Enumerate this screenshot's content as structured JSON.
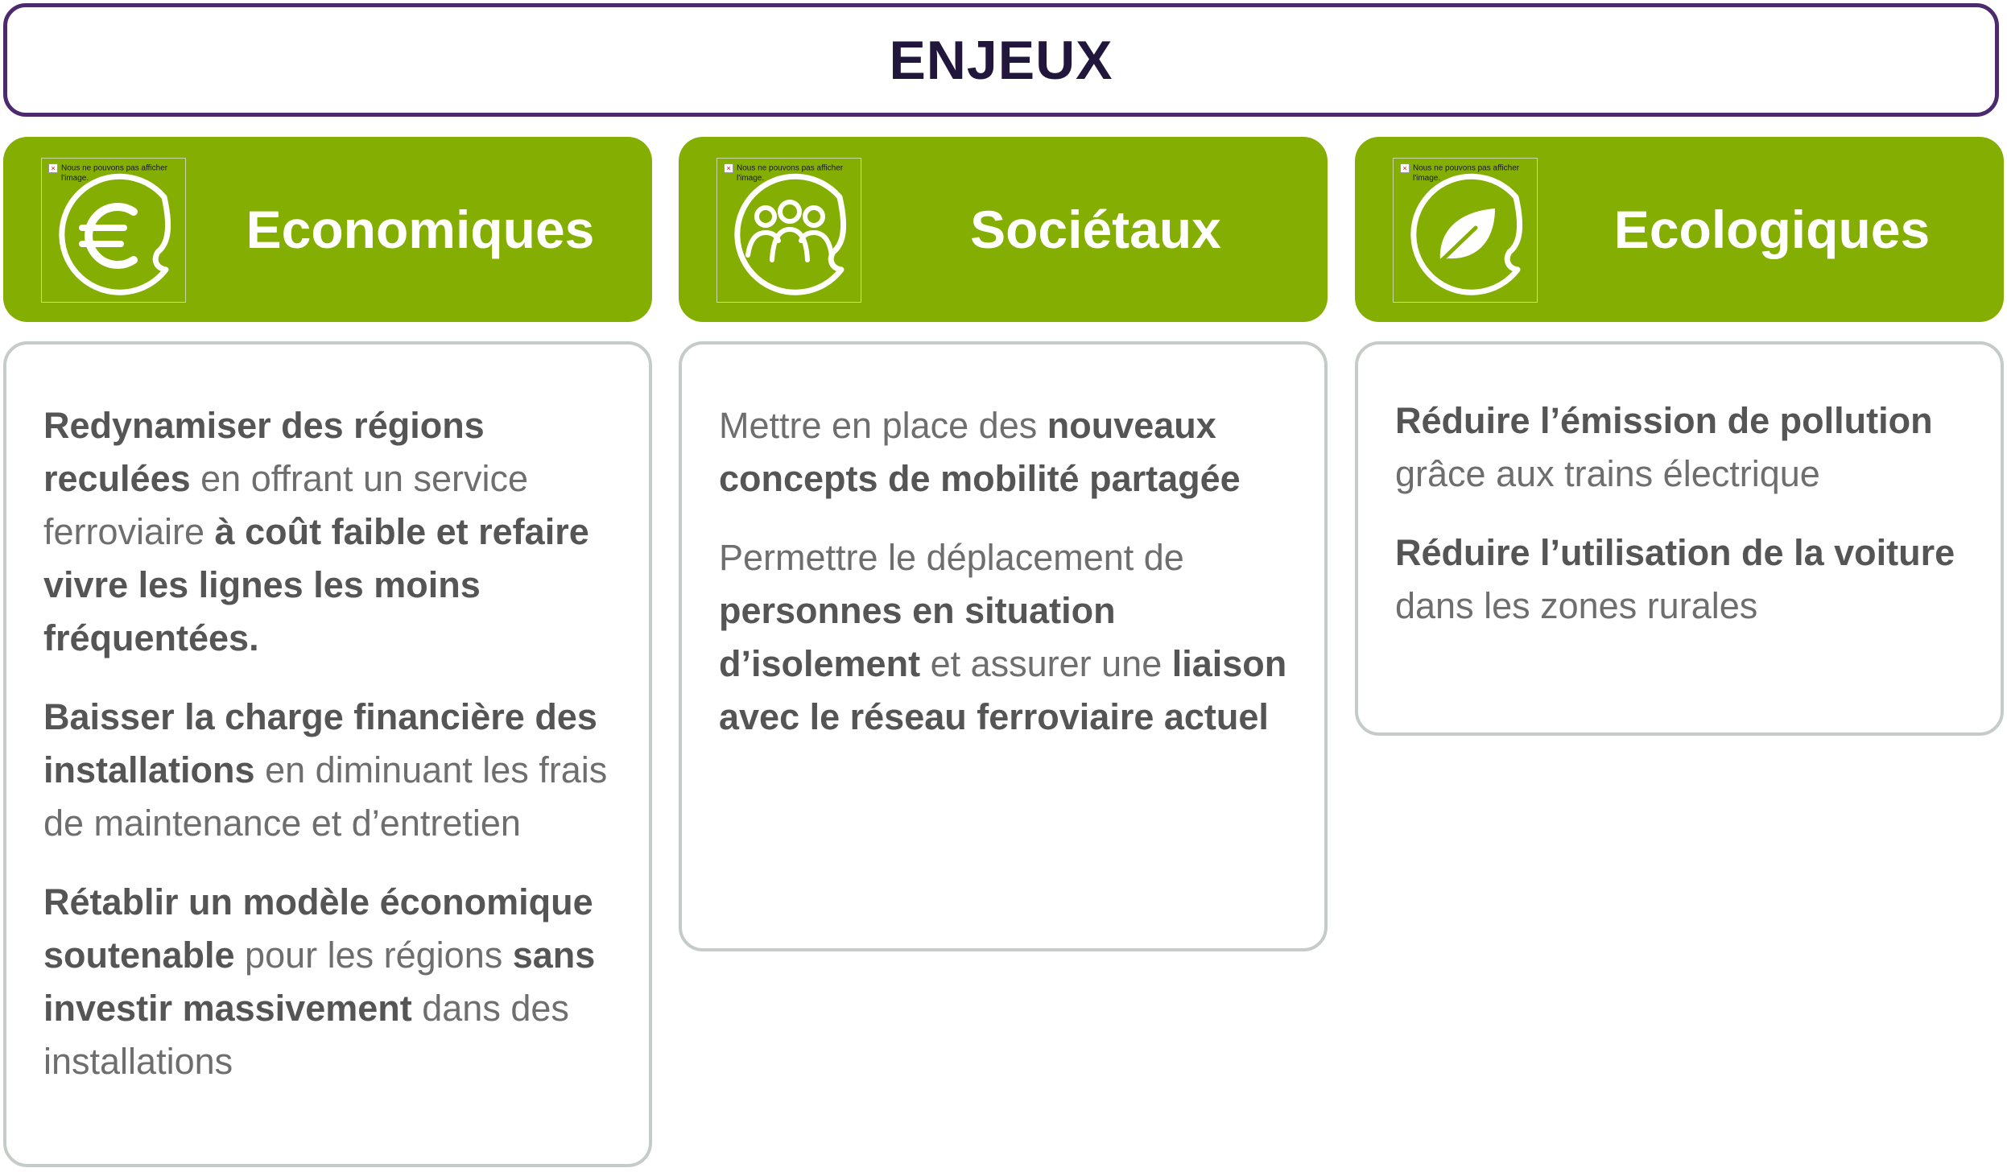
{
  "title": "ENJEUX",
  "broken_image_text": [
    "Nous ne pouvons pas afficher",
    "l'image."
  ],
  "colors": {
    "title_border": "#4b2a6e",
    "title_text": "#21163b",
    "header_fill": "#84ae02",
    "body_border": "#c5cbc6",
    "text_regular": "#6e6e6e",
    "text_bold": "#555555"
  },
  "columns": [
    {
      "title": "Economiques",
      "icon": "euro-icon",
      "paragraphs": [
        [
          {
            "t": "Redynamiser des régions reculées",
            "b": true
          },
          {
            "t": " en offrant un service ferroviaire ",
            "b": false
          },
          {
            "t": "à coût faible et refaire vivre les lignes les moins fréquentées.",
            "b": true
          }
        ],
        [
          {
            "t": "Baisser la charge financière des installations",
            "b": true
          },
          {
            "t": " en diminuant les frais de maintenance et d’entretien",
            "b": false
          }
        ],
        [
          {
            "t": "Rétablir un modèle économique soutenable",
            "b": true
          },
          {
            "t": " pour les régions ",
            "b": false
          },
          {
            "t": "sans investir massivement",
            "b": true
          },
          {
            "t": " dans des installations",
            "b": false
          }
        ]
      ]
    },
    {
      "title": "Sociétaux",
      "icon": "people-group-icon",
      "paragraphs": [
        [
          {
            "t": "Mettre en place des ",
            "b": false
          },
          {
            "t": "nouveaux concepts de mobilité partagée",
            "b": true
          }
        ],
        [
          {
            "t": "Permettre le déplacement de ",
            "b": false
          },
          {
            "t": "personnes en situation d’isolement",
            "b": true
          },
          {
            "t": " et assurer une ",
            "b": false
          },
          {
            "t": "liaison avec le réseau ferroviaire actuel",
            "b": true
          }
        ]
      ]
    },
    {
      "title": "Ecologiques",
      "icon": "leaf-icon",
      "paragraphs": [
        [
          {
            "t": "Réduire l’émission de pollution",
            "b": true
          },
          {
            "t": " grâce aux trains électrique",
            "b": false
          }
        ],
        [
          {
            "t": "Réduire l’utilisation de la voiture",
            "b": true
          },
          {
            "t": " dans les zones rurales",
            "b": false
          }
        ]
      ]
    }
  ]
}
